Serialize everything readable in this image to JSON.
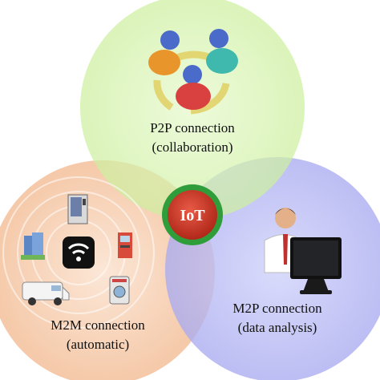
{
  "center": {
    "label": "IoT"
  },
  "circles": {
    "p2p": {
      "title": "P2P connection",
      "subtitle": "(collaboration)",
      "color": "#d6f3b4"
    },
    "m2m": {
      "title": "M2M connection",
      "subtitle": "(automatic)",
      "color": "#f6c9a9"
    },
    "m2p": {
      "title": "M2P connection",
      "subtitle": "(data analysis)",
      "color": "#b4b6f2"
    }
  },
  "icons": {
    "p2p": [
      "people-group-icon",
      "circular-arrows-icon"
    ],
    "m2m": [
      "wifi-icon",
      "vending-machine-icon",
      "office-building-icon",
      "atm-icon",
      "van-icon",
      "washing-machine-icon"
    ],
    "m2p": [
      "person-at-computer-icon"
    ]
  }
}
